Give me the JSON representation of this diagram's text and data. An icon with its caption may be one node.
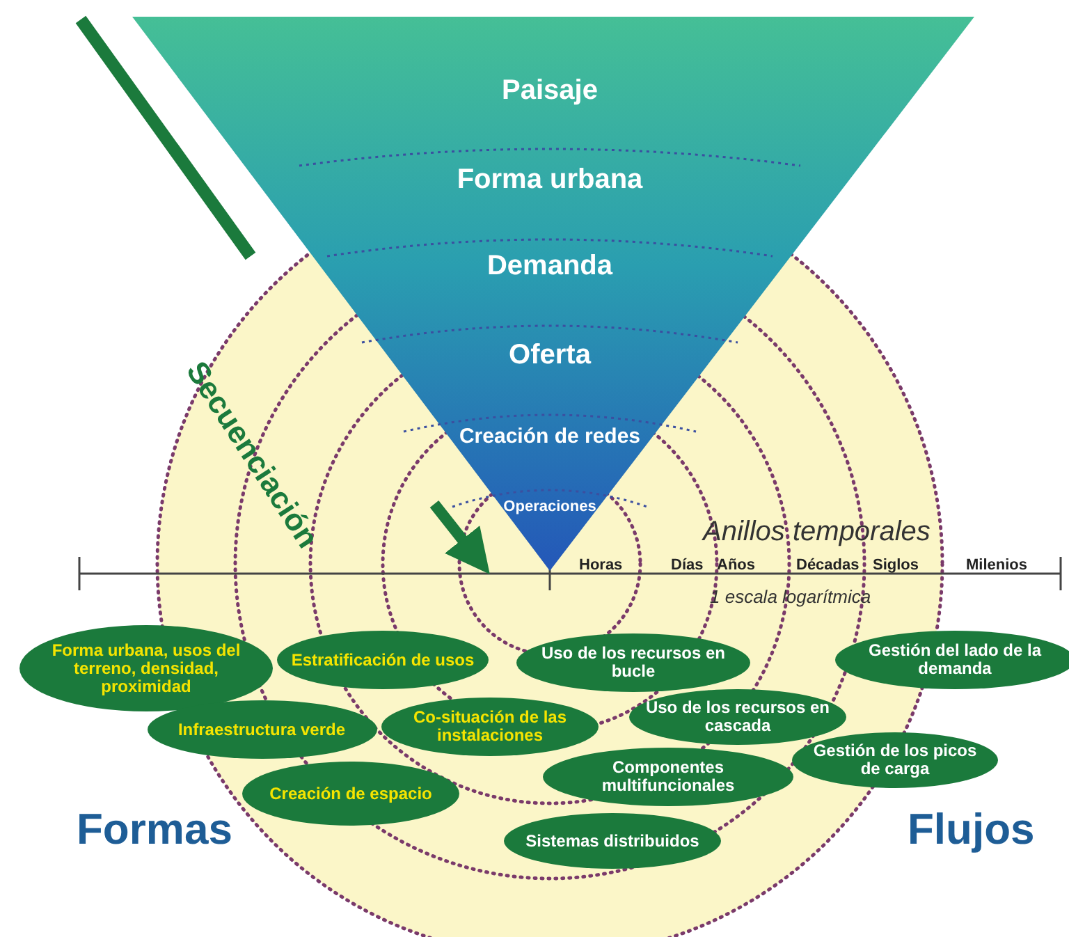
{
  "diagram": {
    "nodes": [
      {
        "text": [
          "Paisaje",
          "Forma urbana",
          "Demanda",
          "Oferta",
          "Creación de redes",
          "Operaciones"
        ]
      },
      {
        "text": [
          "Forma urbana, usos del terreno, densidad, proximidad"
        ]
      },
      {
        "text": [
          "Estratificación de usos"
        ]
      },
      {
        "text": [
          "Uso de los recursos en bucle"
        ]
      },
      {
        "text": [
          "Gestión del lado de la demanda"
        ]
      },
      {
        "text": [
          "Infraestructura verde"
        ]
      },
      {
        "text": [
          "Co-situación de las instalaciones"
        ]
      },
      {
        "text": [
          "Uso de los recursos en cascada"
        ]
      },
      {
        "text": [
          "Gestión de los picos de carga"
        ]
      },
      {
        "text": [
          "Creación de espacio"
        ]
      },
      {
        "text": [
          "Componentes multifuncionales"
        ]
      },
      {
        "text": [
          "Sistemas distribuidos"
        ]
      }
    ],
    "labels": [
      "Secuenciación",
      "Anillos temporales",
      "Horas",
      "Días",
      "Años",
      "Décadas",
      "Siglos",
      "Milenios",
      "1 escala logarítmica",
      "Formas",
      "Flujos"
    ]
  }
}
